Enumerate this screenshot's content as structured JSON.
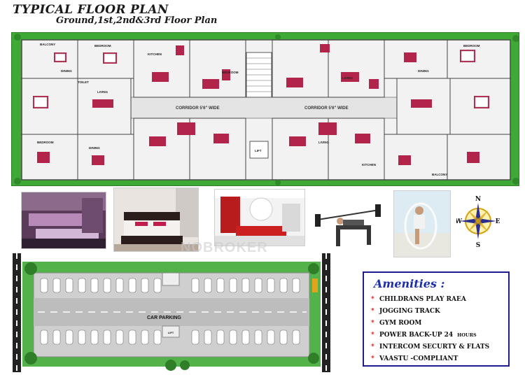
{
  "header": {
    "title": "TYPICAL FLOOR PLAN",
    "subtitle": "Ground,1st,2nd&3rd Floor Plan"
  },
  "floor_plan": {
    "corridor_labels": [
      "CORRIDOR 5'6\" WIDE",
      "CORRIDOR 5'6\" WIDE"
    ],
    "room_labels": [
      "BALCONY",
      "BEDROOM",
      "KITCHEN",
      "DINING",
      "LIVING",
      "TOILET",
      "LIFT",
      "BEDROOM",
      "LIVING",
      "DINING",
      "BEDROOM",
      "KITCHEN",
      "BALCONY",
      "LIVING",
      "DINING",
      "BEDROOM"
    ]
  },
  "photos": [
    {
      "subject": "kitchen"
    },
    {
      "subject": "bedroom"
    },
    {
      "subject": "living-room"
    },
    {
      "subject": "gym"
    },
    {
      "subject": "play-area"
    }
  ],
  "compass": {
    "n": "N",
    "s": "S",
    "e": "E",
    "w": "W"
  },
  "parking": {
    "label": "CAR PARKING",
    "lift": "LIFT"
  },
  "watermark": "NOBROKER",
  "amenities": {
    "title": "Amenities :",
    "items": [
      {
        "text": "CHILDRANS PLAY RAEA",
        "suffix": ""
      },
      {
        "text": "JOGGING TRACK",
        "suffix": ""
      },
      {
        "text": "GYM ROOM",
        "suffix": ""
      },
      {
        "text": "POWER  BACK-UP 24",
        "suffix": "HOURS"
      },
      {
        "text": "INTERCOM SECURTY & FLATS",
        "suffix": ""
      },
      {
        "text": "VAASTU -COMPLIANT",
        "suffix": ""
      }
    ]
  },
  "colors": {
    "lawn": "#3ea935",
    "corridor": "#e8e8e8",
    "furniture": "#b3244a",
    "amenity_title": "#1c2fa8",
    "bullet": "#d01b1b"
  }
}
